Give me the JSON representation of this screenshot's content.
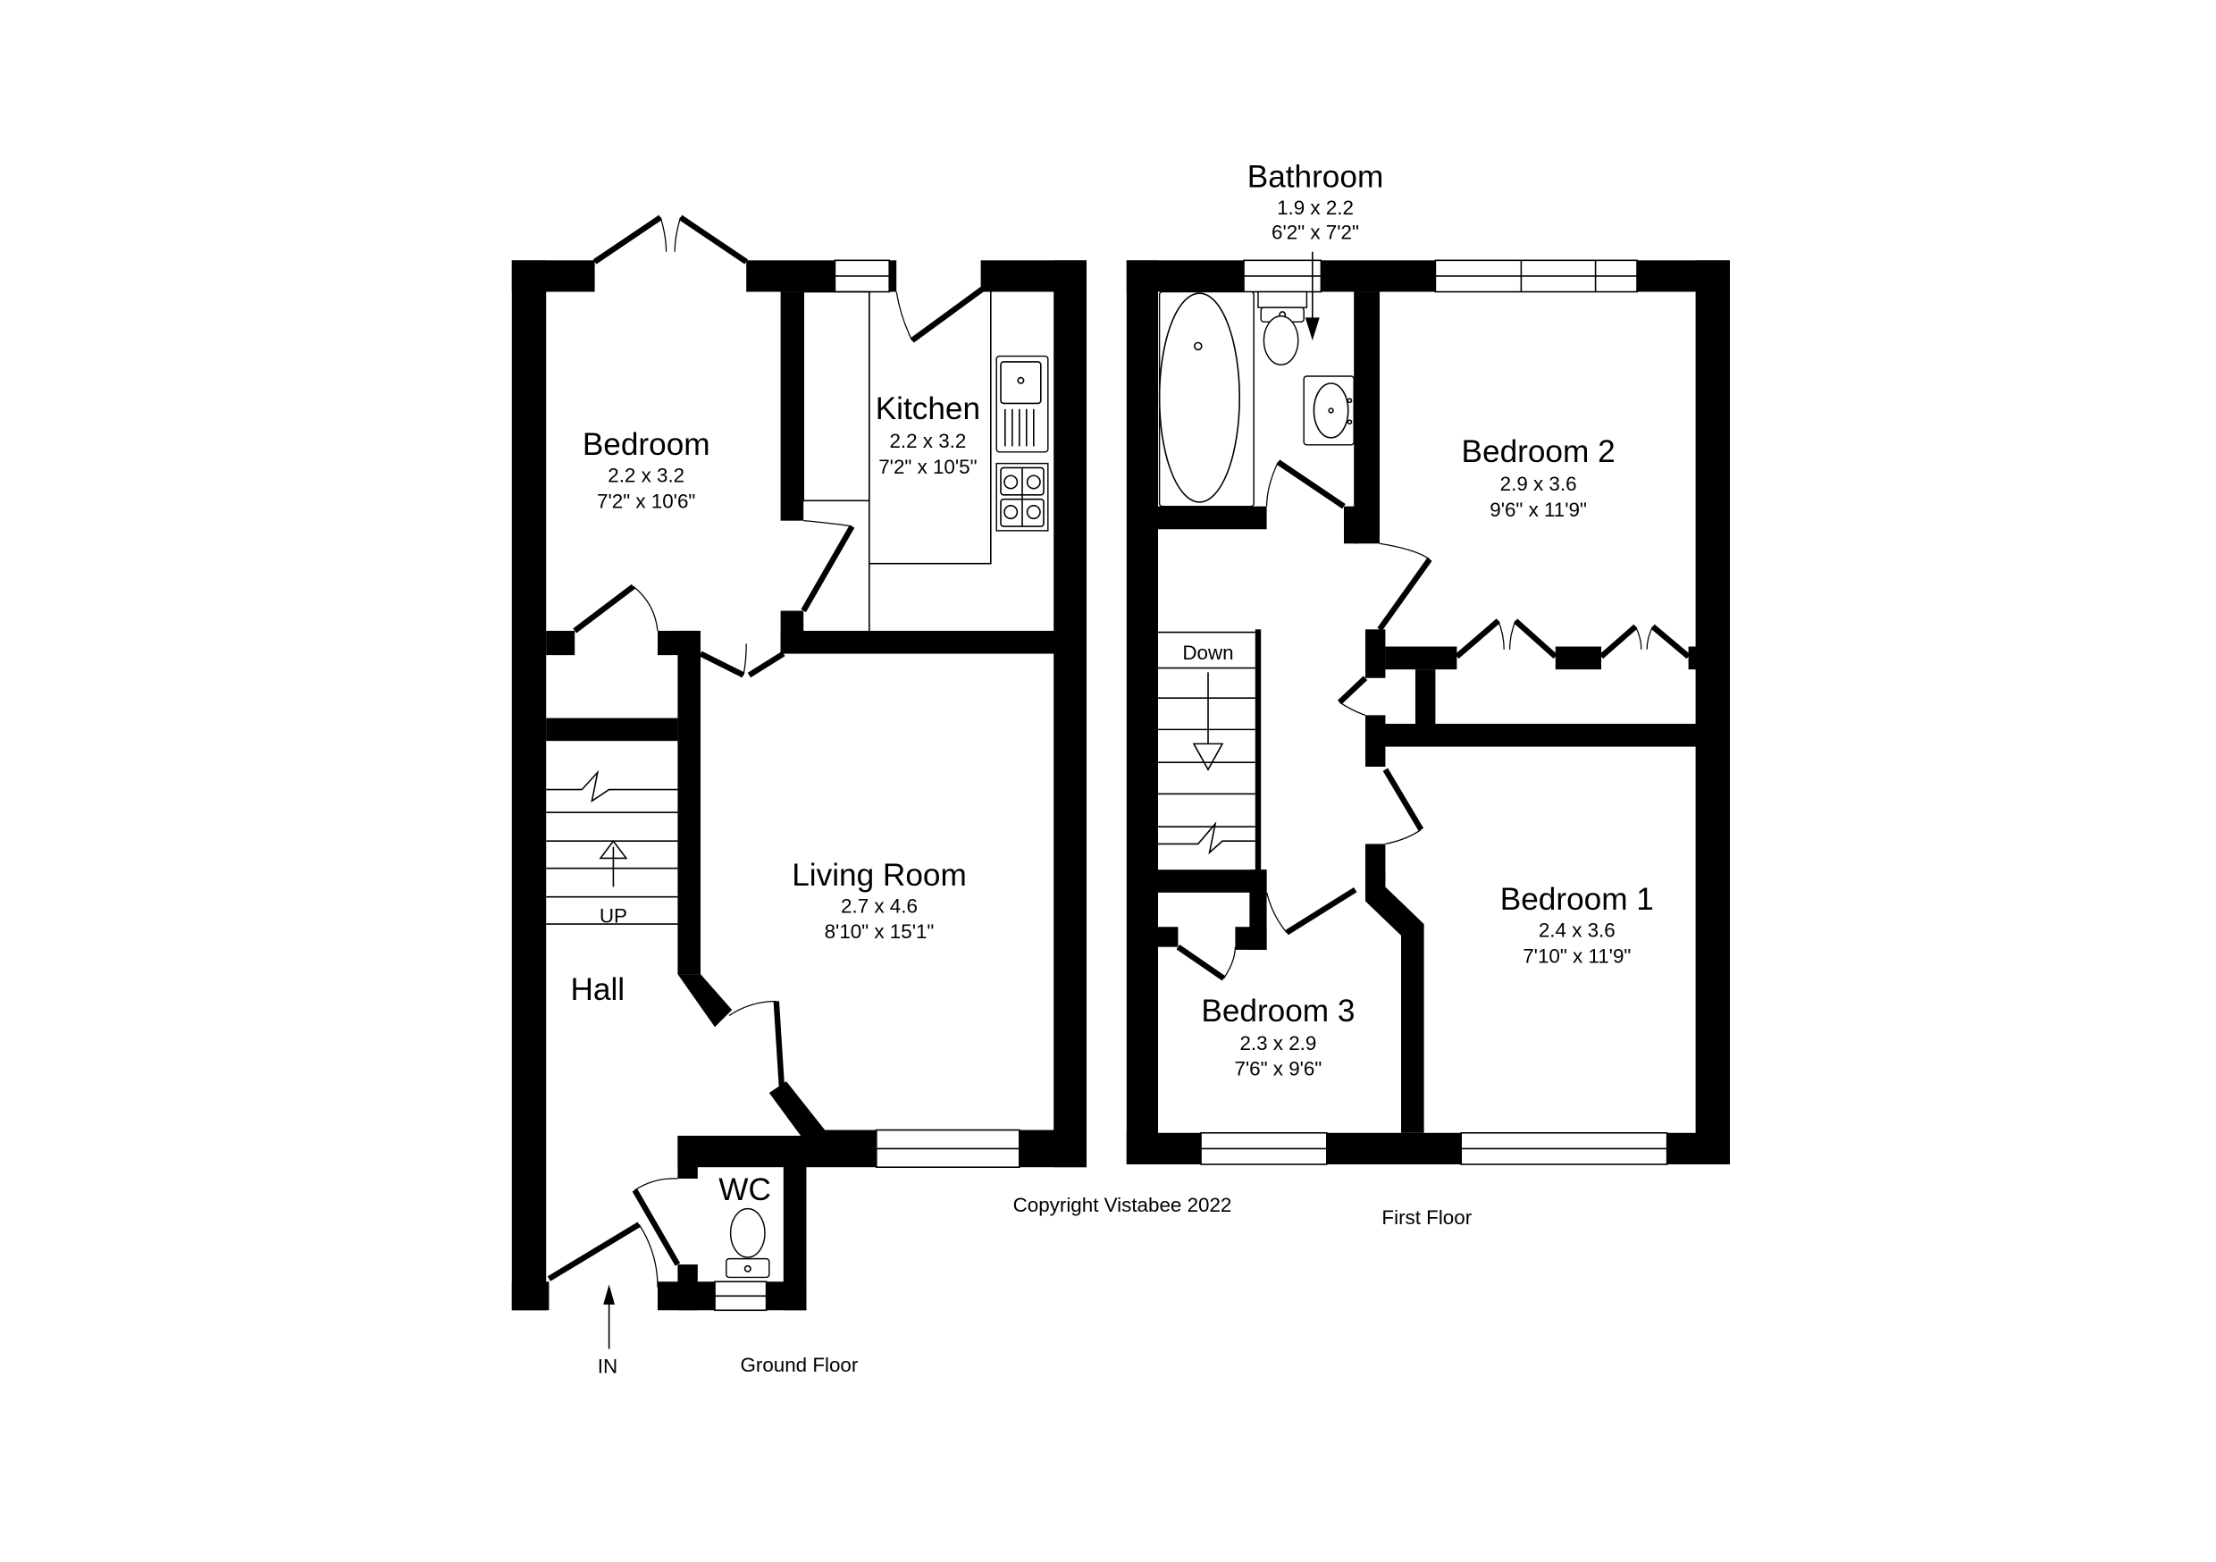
{
  "floors": [
    {
      "name": "Ground Floor",
      "entrance_label": "IN",
      "stair_label": "UP",
      "rooms": [
        {
          "name": "Bedroom",
          "metric": "2.2 x 3.2",
          "imperial": "7'2\" x 10'6\""
        },
        {
          "name": "Kitchen",
          "metric": "2.2 x 3.2",
          "imperial": "7'2\" x 10'5\""
        },
        {
          "name": "Living Room",
          "metric": "2.7 x 4.6",
          "imperial": "8'10\" x 15'1\""
        },
        {
          "name": "Hall"
        },
        {
          "name": "WC"
        }
      ]
    },
    {
      "name": "First Floor",
      "stair_label": "Down",
      "rooms": [
        {
          "name": "Bathroom",
          "metric": "1.9 x 2.2",
          "imperial": "6'2\" x 7'2\""
        },
        {
          "name": "Bedroom 2",
          "metric": "2.9 x 3.6",
          "imperial": "9'6\" x 11'9\""
        },
        {
          "name": "Bedroom 1",
          "metric": "2.4 x 3.6",
          "imperial": "7'10\" x 11'9\""
        },
        {
          "name": "Bedroom 3",
          "metric": "2.3 x 2.9",
          "imperial": "7'6\" x 9'6\""
        }
      ]
    }
  ],
  "copyright": "Copyright Vistabee 2022",
  "colors": {
    "wall": "#000000",
    "background": "#ffffff"
  }
}
